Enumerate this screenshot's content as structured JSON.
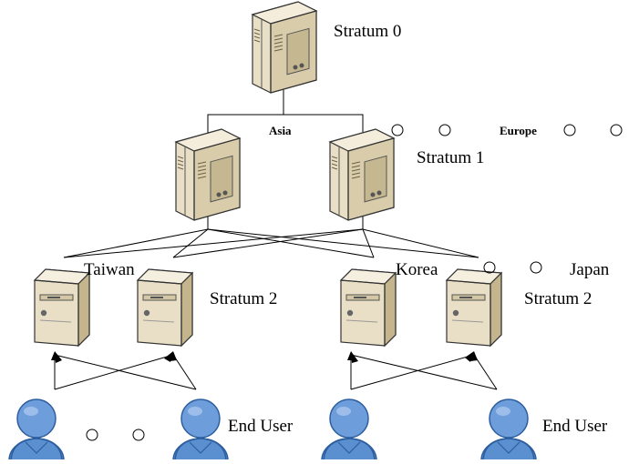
{
  "labels": {
    "stratum0": "Stratum 0",
    "stratum1": "Stratum 1",
    "stratum2_left": "Stratum 2",
    "stratum2_right": "Stratum 2",
    "asia": "Asia",
    "europe": "Europe",
    "taiwan": "Taiwan",
    "korea": "Korea",
    "japan": "Japan",
    "end_user_left": "End User",
    "end_user_right": "End User"
  },
  "colors": {
    "server_body": "#e9dfc6",
    "server_side": "#cbbd97",
    "server_outline": "#333333",
    "user_fill": "#5a8fd0",
    "user_dark": "#2d5e9e",
    "line": "#000000"
  },
  "icons": [
    "server-icon",
    "tower-server-icon",
    "user-icon",
    "ellipsis-dots"
  ]
}
